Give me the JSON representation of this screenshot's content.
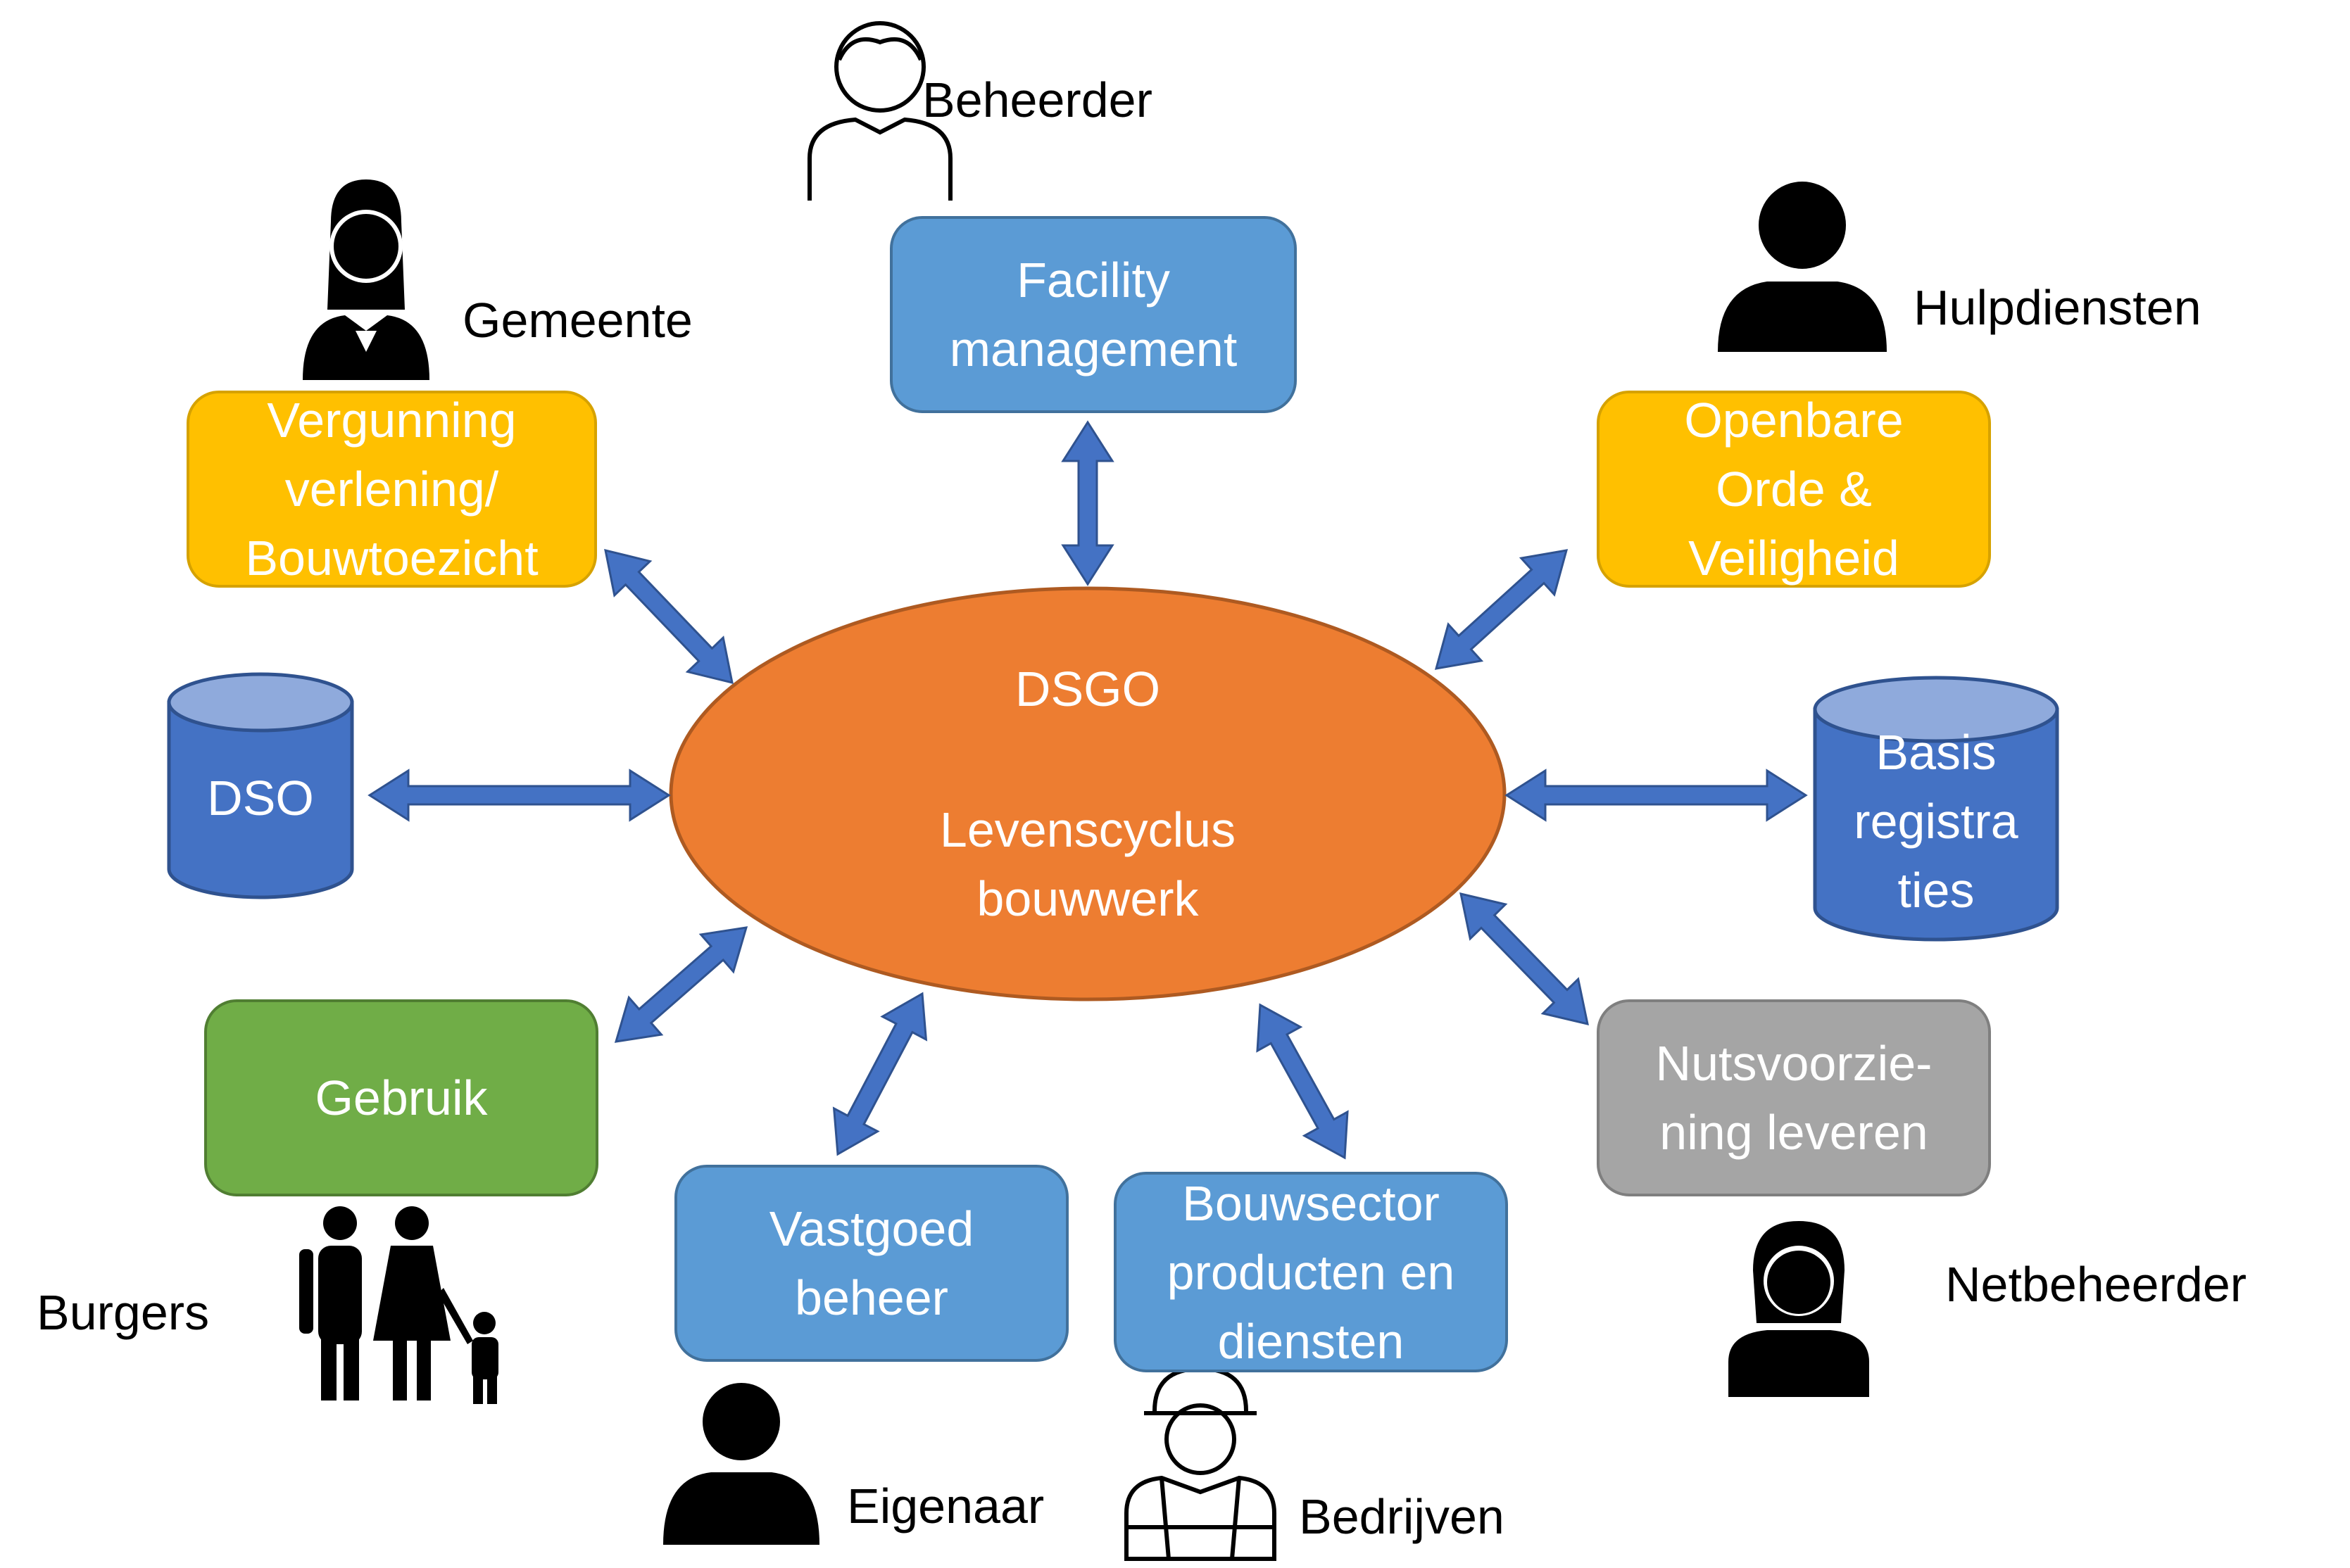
{
  "center": {
    "title": "DSGO",
    "line1": "Levenscyclus",
    "line2": "bouwwerk"
  },
  "nodes": {
    "facility": [
      "Facility",
      "management"
    ],
    "vergunning": [
      "Vergunning",
      "verlening/",
      "Bouwtoezicht"
    ],
    "openbare": [
      "Openbare",
      "Orde &",
      "Veiligheid"
    ],
    "dso": "DSO",
    "basis": [
      "Basis",
      "registra",
      "ties"
    ],
    "gebruik": "Gebruik",
    "vastgoed": [
      "Vastgoed",
      "beheer"
    ],
    "bouwsector": [
      "Bouwsector",
      "producten en",
      "diensten"
    ],
    "nuts": [
      "Nutsvoorzie-",
      "ning leveren"
    ]
  },
  "actors": {
    "beheerder": "Beheerder",
    "gemeente": "Gemeente",
    "hulpdiensten": "Hulpdiensten",
    "burgers": "Burgers",
    "eigenaar": "Eigenaar",
    "bedrijven": "Bedrijven",
    "netbeheerder": "Netbeheerder"
  },
  "colors": {
    "center": "#ed7d31",
    "arrow": "#4472c4",
    "blue_box": "#5b9bd5",
    "yellow_box": "#ffc000",
    "green_box": "#70ad47",
    "gray_box": "#a5a5a5",
    "cylinder": "#4472c4",
    "cylinder_top": "#8faadc"
  }
}
